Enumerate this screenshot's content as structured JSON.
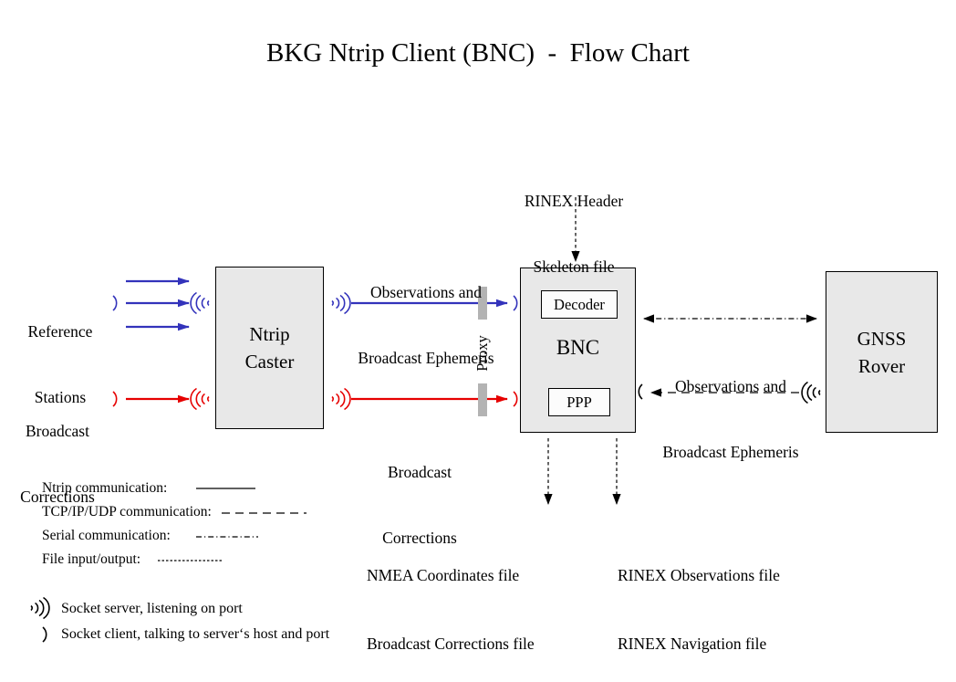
{
  "title": "BKG Ntrip Client (BNC)  -  Flow Chart",
  "nodes": {
    "ntrip_caster": {
      "line1": "Ntrip",
      "line2": "Caster"
    },
    "bnc": {
      "label": "BNC",
      "decoder": "Decoder",
      "ppp": "PPP"
    },
    "gnss_rover": {
      "line1": "GNSS",
      "line2": "Rover"
    }
  },
  "labels": {
    "rinex_header": {
      "line1": "RINEX Header",
      "line2": "Skeleton file"
    },
    "reference_stations": {
      "line1": "Reference",
      "line2": "Stations"
    },
    "broadcast_corrections_input": {
      "line1": "Broadcast",
      "line2": "Corrections"
    },
    "obs_ephemeris_caster_bnc": {
      "line1": "Observations and",
      "line2": "Broadcast Ephemeris"
    },
    "broadcast_corrections_caster_bnc": {
      "line1": "Broadcast",
      "line2": "Corrections"
    },
    "proxy": "Proxy",
    "obs_ephemeris_bnc_rover": {
      "line1": "Observations and",
      "line2": "Broadcast Ephemeris"
    },
    "nmea_output": {
      "line1": "NMEA Coordinates file",
      "line2": "Broadcast Corrections file"
    },
    "rinex_output": {
      "line1": "RINEX Observations file",
      "line2": "RINEX Navigation file"
    }
  },
  "legend": {
    "ntrip": "Ntrip communication:",
    "tcp": "TCP/IP/UDP communication:",
    "serial": "Serial communication:",
    "file": "File input/output:",
    "socket_server": "Socket server, listening on port",
    "socket_client": "Socket client, talking to server‘s host and port"
  },
  "icons": {
    "socket_server": "triple-arc )))",
    "socket_client": "single-arc )"
  },
  "colors": {
    "ntrip_blue": "#3333bb",
    "corrections_red": "#e60000",
    "box_fill": "#e8e8e8",
    "subbox_fill": "#fcfcfc",
    "proxy_bar_gray": "#b3b3b3",
    "line_black": "#000000"
  }
}
